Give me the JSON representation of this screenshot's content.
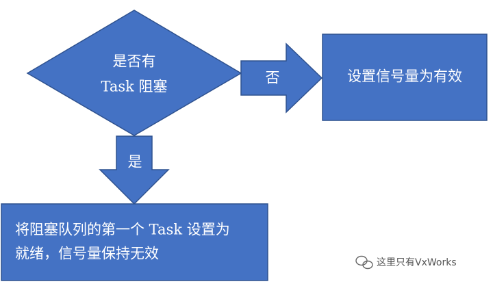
{
  "diagram": {
    "decision": {
      "line1": "是否有",
      "line2": "Task 阻塞"
    },
    "no_branch": {
      "arrow_label": "否",
      "result": "设置信号量为有效"
    },
    "yes_branch": {
      "arrow_label": "是",
      "result_line1": "将阻塞队列的第一个 Task 设置为",
      "result_line2": "就绪，信号量保持无效"
    },
    "colors": {
      "fill": "#4472C4",
      "border": "#2F528F",
      "text": "#FFFFFF"
    }
  },
  "watermark": {
    "icon": "wechat-icon",
    "text": "这里只有VxWorks"
  }
}
